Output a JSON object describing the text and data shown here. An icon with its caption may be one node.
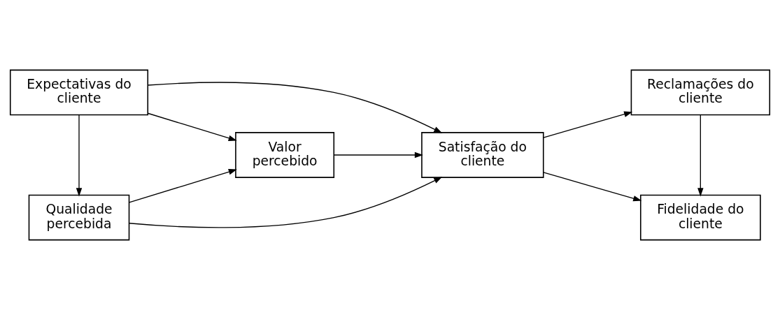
{
  "diagram": {
    "nodes": [
      {
        "text": [
          "Qualidade percebida"
        ]
      },
      {
        "text": [
          "Expectativas do cliente"
        ]
      },
      {
        "text": [
          "Valor percebido"
        ]
      },
      {
        "text": [
          "Satisfação do cliente"
        ]
      },
      {
        "text": [
          "Reclamações do cliente"
        ]
      },
      {
        "text": [
          "Fidelidade do cliente"
        ]
      }
    ],
    "edges": [
      {
        "from": 1,
        "to": 0,
        "arrow": "to"
      },
      {
        "from": 0,
        "to": 2,
        "arrow": "to"
      },
      {
        "from": 1,
        "to": 2,
        "arrow": "to"
      },
      {
        "from": 0,
        "to": 3,
        "arrow": "to"
      },
      {
        "from": 1,
        "to": 3,
        "arrow": "to"
      },
      {
        "from": 2,
        "to": 3,
        "arrow": "to"
      },
      {
        "from": 3,
        "to": 4,
        "arrow": "to"
      },
      {
        "from": 3,
        "to": 5,
        "arrow": "to"
      },
      {
        "from": 4,
        "to": 5,
        "arrow": "to"
      }
    ]
  }
}
